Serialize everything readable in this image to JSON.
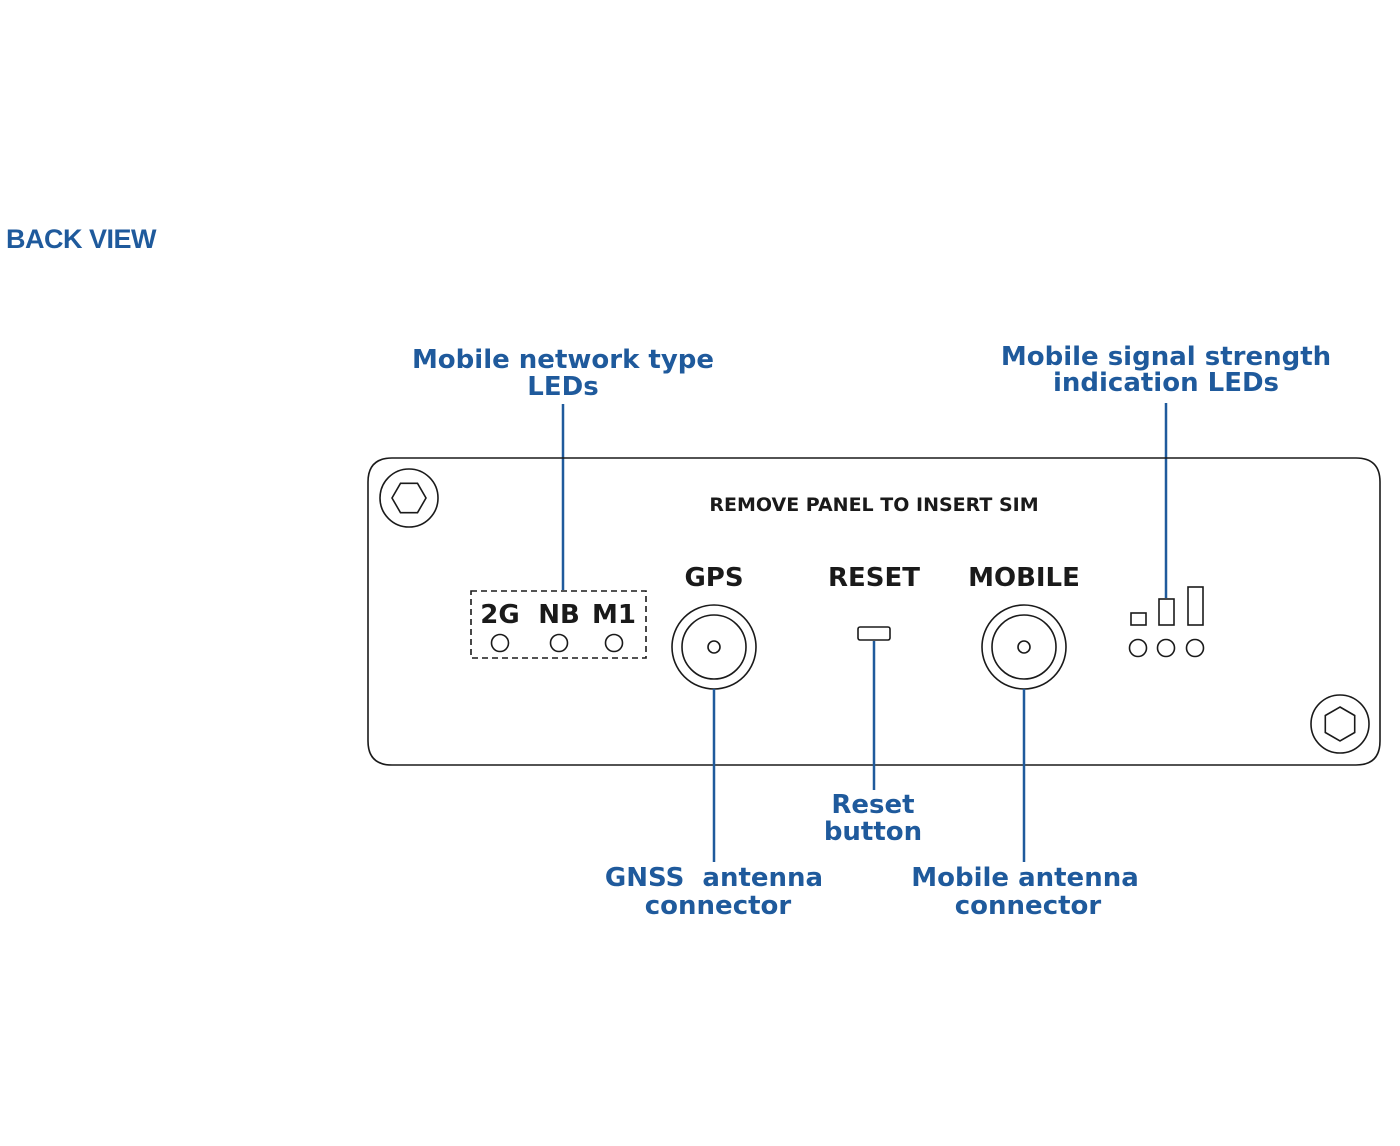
{
  "section_title": "BACK VIEW",
  "colors": {
    "accent": "#1f5a9c",
    "outline": "#1a1a1a"
  },
  "panel": {
    "sim_notice": "REMOVE PANEL TO INSERT SIM",
    "gps_label": "GPS",
    "reset_label": "RESET",
    "mobile_label": "MOBILE",
    "network_leds": [
      "2G",
      "NB",
      "M1"
    ]
  },
  "callouts": {
    "network_type": [
      "Mobile network type",
      "LEDs"
    ],
    "signal_strength": [
      "Mobile signal strength",
      "indication LEDs"
    ],
    "reset_button": [
      "Reset",
      "button"
    ],
    "gnss_connector": [
      "GNSS  antenna",
      "connector"
    ],
    "mobile_connector": [
      "Mobile antenna",
      "connector"
    ]
  }
}
